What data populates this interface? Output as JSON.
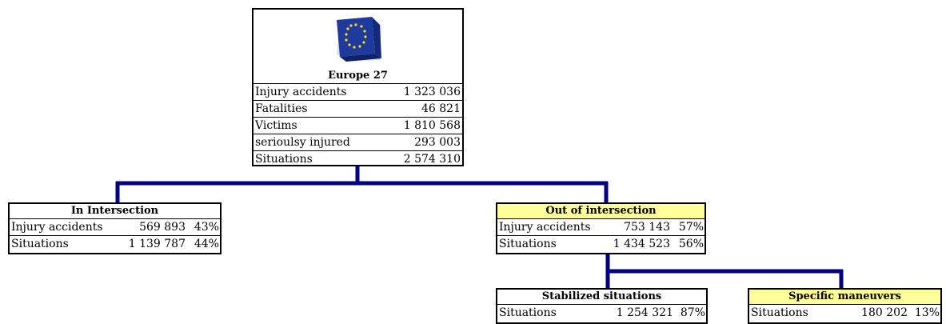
{
  "main": {
    "title": "Europe 27",
    "rows": [
      {
        "label": "Injury accidents",
        "value": "1 323 036"
      },
      {
        "label": "Fatalities",
        "value": "46 821"
      },
      {
        "label": "Victims",
        "value": "1 810 568"
      },
      {
        "label": "serioulsy injured",
        "value": "293 003"
      },
      {
        "label": "Situations",
        "value": "2 574 310"
      }
    ]
  },
  "in_intersection": {
    "title": "In Intersection",
    "rows": [
      {
        "label": "Injury accidents",
        "value": "569 893",
        "pct": "43%"
      },
      {
        "label": "Situations",
        "value": "1 139 787",
        "pct": "44%"
      }
    ]
  },
  "out_of_intersection": {
    "title": "Out of intersection",
    "rows": [
      {
        "label": "Injury accidents",
        "value": "753 143",
        "pct": "57%"
      },
      {
        "label": "Situations",
        "value": "1 434 523",
        "pct": "56%"
      }
    ]
  },
  "stabilized": {
    "title": "Stabilized situations",
    "rows": [
      {
        "label": "Situations",
        "value": "1 254 321",
        "pct": "87%"
      }
    ]
  },
  "specific": {
    "title": "Specific maneuvers",
    "rows": [
      {
        "label": "Situations",
        "value": "180 202",
        "pct": "13%"
      }
    ]
  },
  "colors": {
    "connector": "#000080",
    "highlight": "#ffff99",
    "eu_blue": "#1e3a9e",
    "eu_star": "#ffdd00"
  },
  "icons": {
    "logo": "eu-flag-cube-icon"
  }
}
